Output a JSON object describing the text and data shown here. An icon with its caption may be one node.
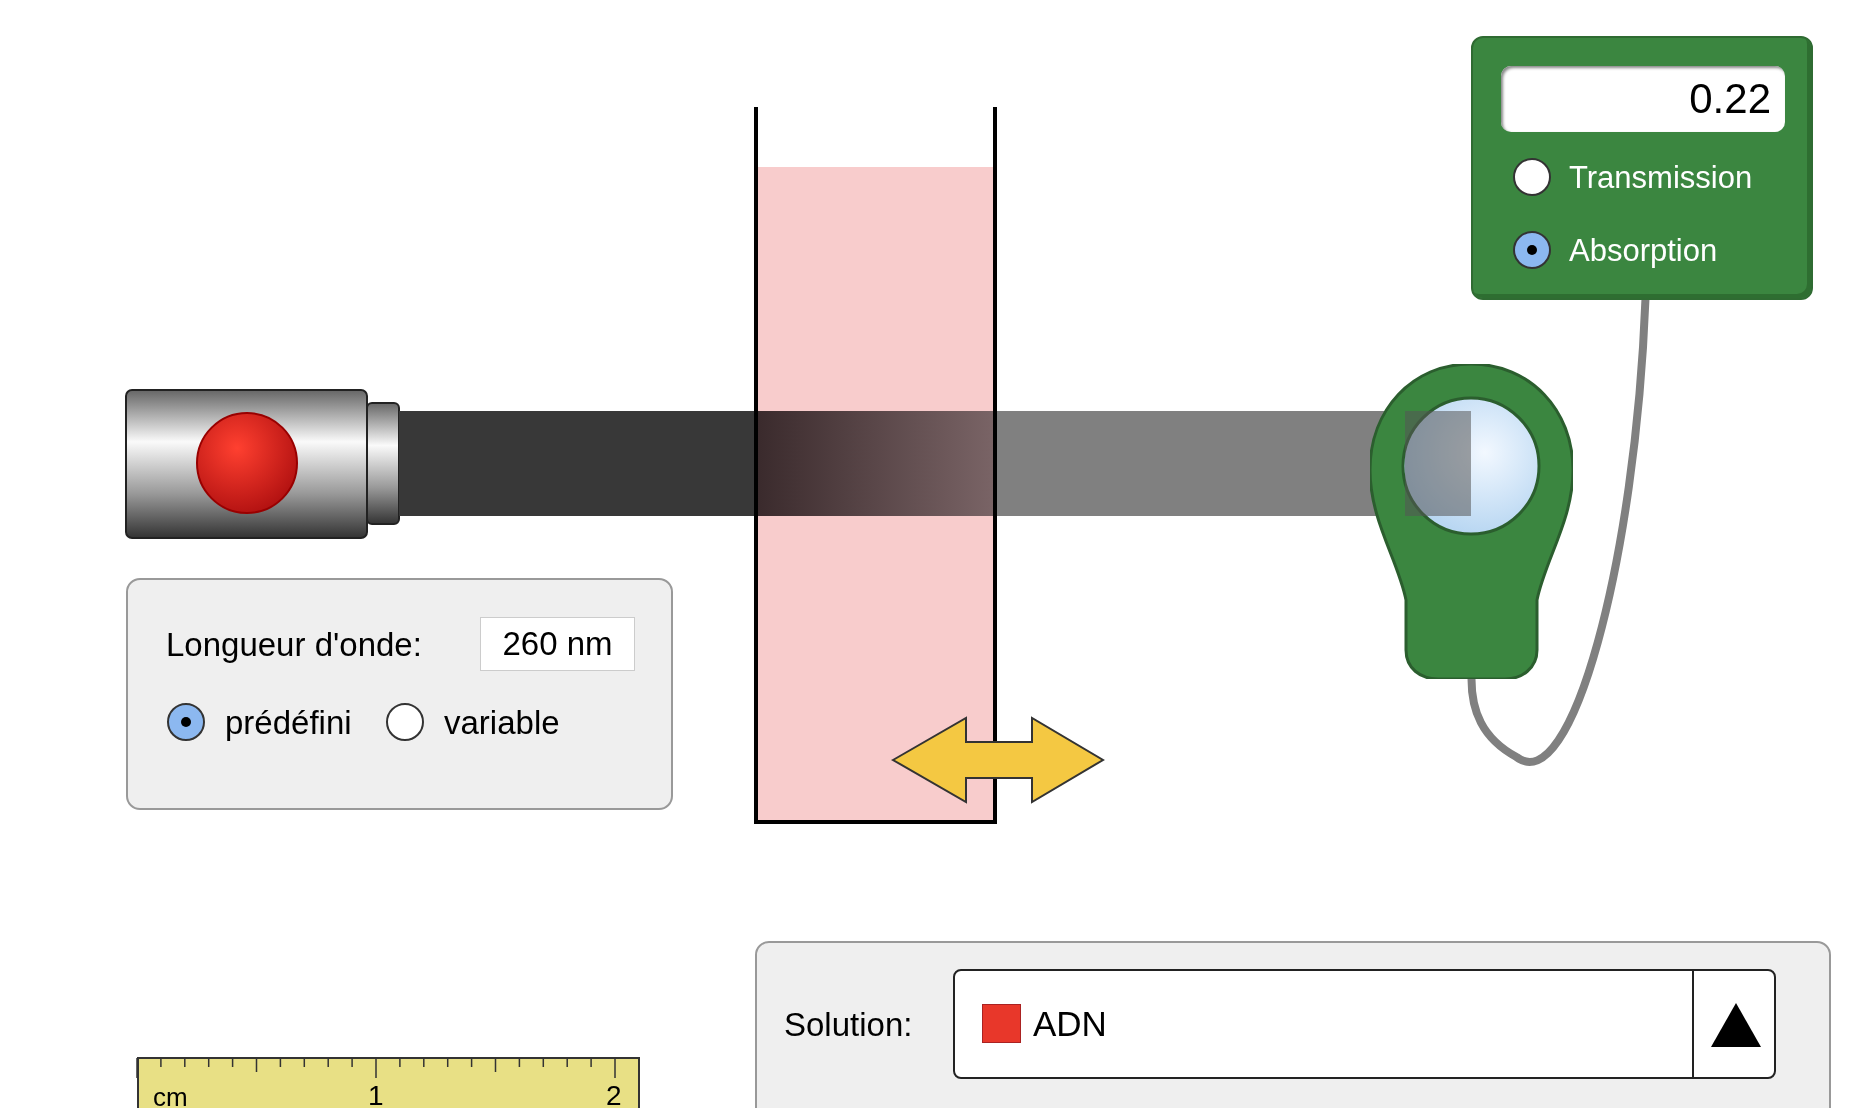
{
  "diagram": {
    "nodes": [
      {
        "text": [
          "0.22",
          "Transmission",
          "Absorption"
        ]
      },
      {
        "text": [],
        "shape": "picture"
      }
    ],
    "edges": [
      {
        "from": 0,
        "to": 1,
        "arrow": "none"
      }
    ],
    "labels": [
      "Longueur d'onde:",
      "260 nm",
      "prédéfini",
      "variable",
      "Solution:",
      "ADN",
      "cm",
      "1",
      "2"
    ]
  }
}
